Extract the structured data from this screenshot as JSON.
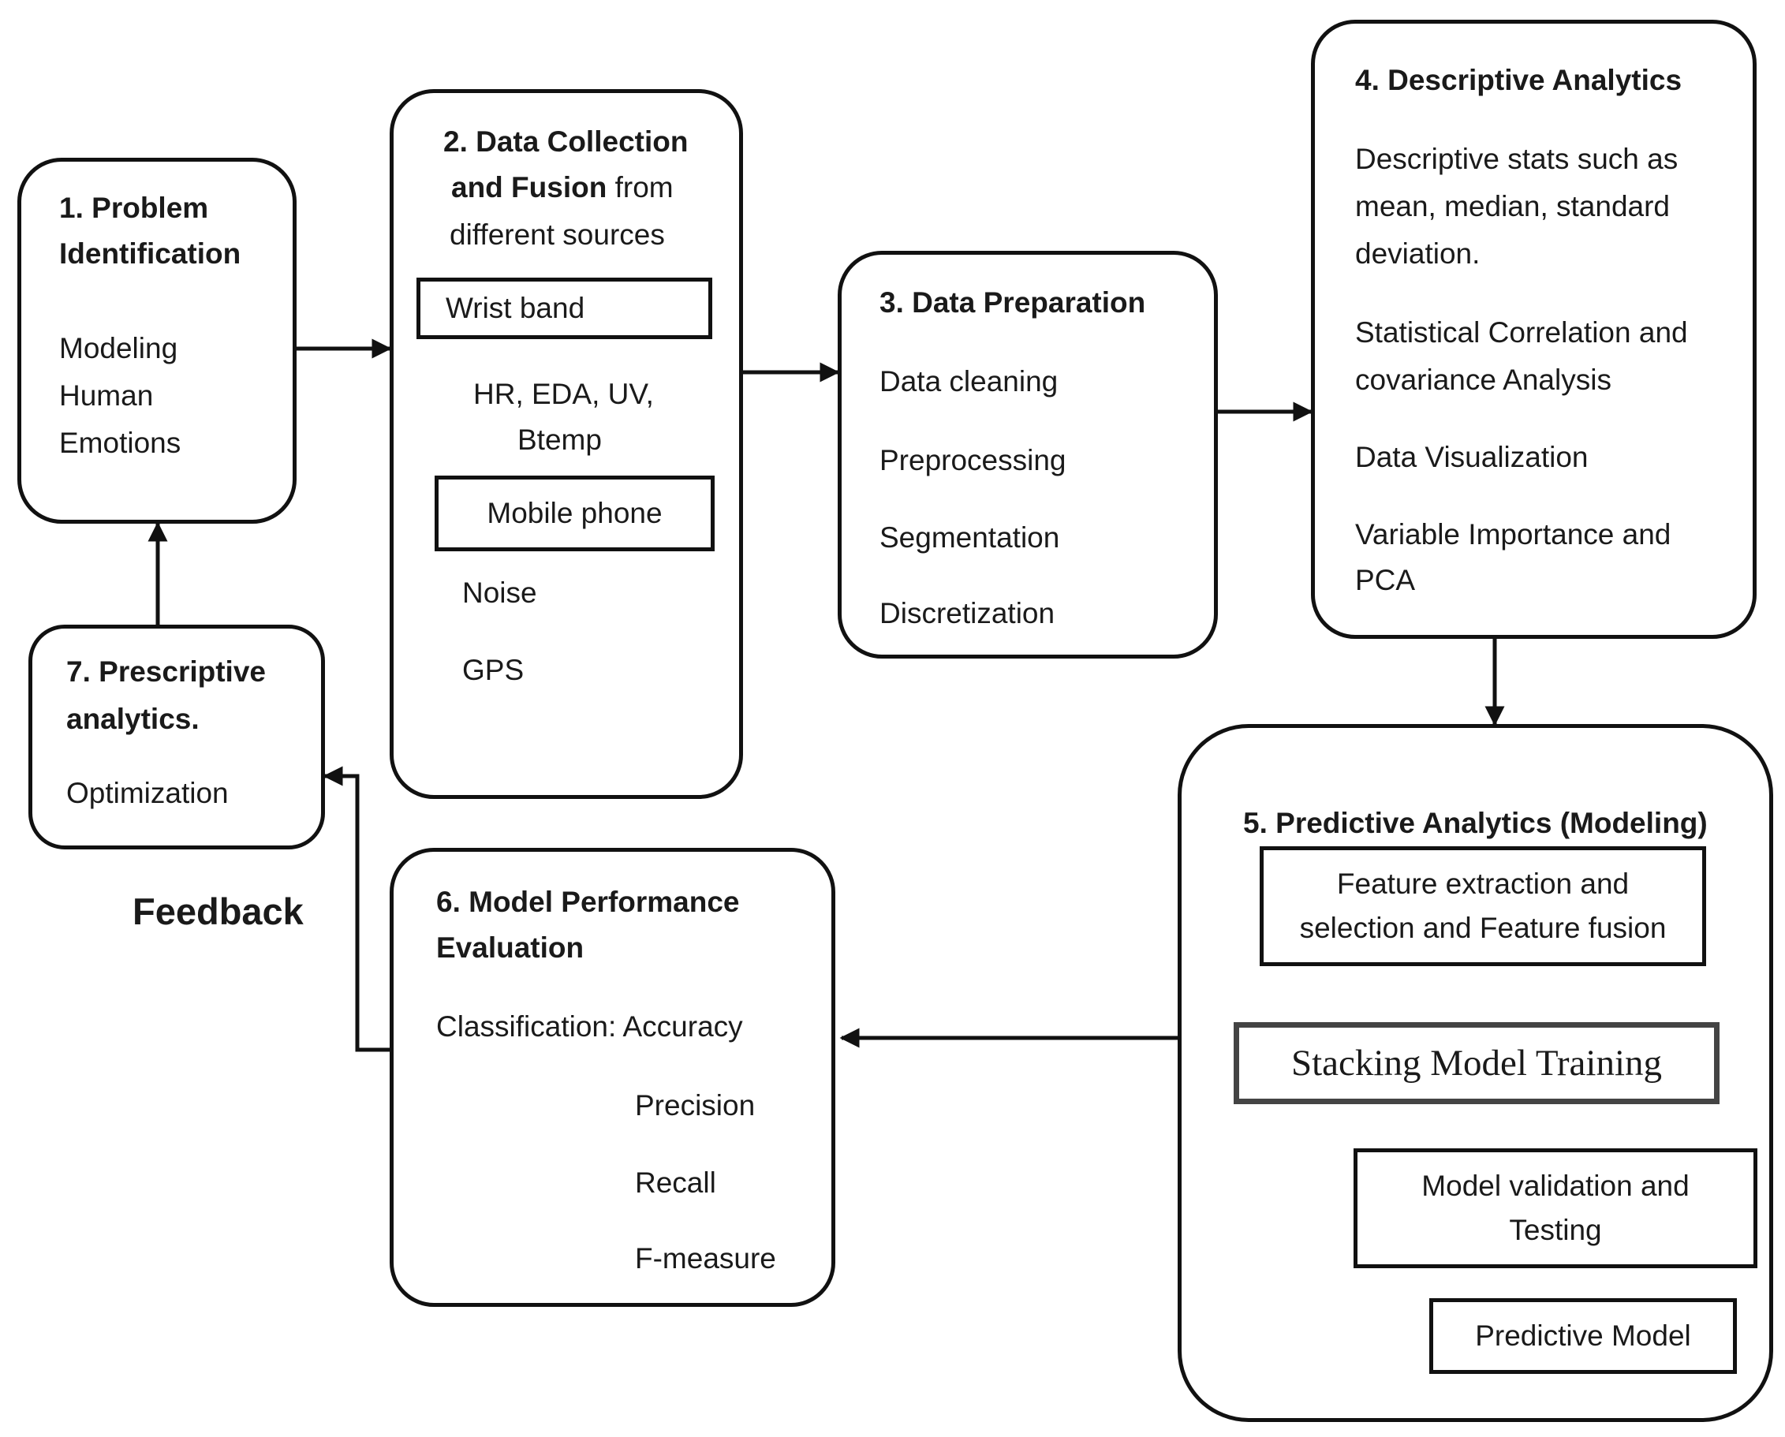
{
  "step1": {
    "title_line1": "1. Problem",
    "title_line2": "Identification",
    "body": [
      "Modeling",
      "Human",
      "Emotions"
    ]
  },
  "step2": {
    "title_line1": "2. Data Collection",
    "title_line2_bold": "and  Fusion",
    "title_line2_rest": " from",
    "title_line3": "different sources",
    "wrist_band": "Wrist band",
    "wrist_signals": [
      "HR, EDA, UV,",
      "Btemp"
    ],
    "mobile_phone": "Mobile phone",
    "mobile_signals": [
      "Noise",
      "GPS"
    ]
  },
  "step3": {
    "title": "3.  Data Preparation",
    "items": [
      "Data cleaning",
      "Preprocessing",
      "Segmentation",
      "Discretization"
    ]
  },
  "step4": {
    "title": "4. Descriptive Analytics",
    "lines": [
      "Descriptive stats such as",
      "mean, median, standard",
      "deviation.",
      "Statistical Correlation and",
      "covariance Analysis",
      "Data Visualization",
      "Variable Importance and",
      "PCA"
    ]
  },
  "step5": {
    "title": "5. Predictive  Analytics (Modeling)",
    "feature_lines": [
      "Feature extraction and",
      "selection and Feature fusion"
    ],
    "stacking": "Stacking Model Training",
    "validation_lines": [
      "Model validation and",
      "Testing"
    ],
    "predictive_model": "Predictive Model"
  },
  "step6": {
    "title_line1": "6. Model Performance",
    "title_line2": "Evaluation",
    "classification": "Classification: Accuracy",
    "metrics": [
      "Precision",
      "Recall",
      "F-measure"
    ]
  },
  "step7": {
    "title_line1": "7. Prescriptive",
    "title_line2": "analytics.",
    "body": "Optimization"
  },
  "feedback_label": "Feedback"
}
